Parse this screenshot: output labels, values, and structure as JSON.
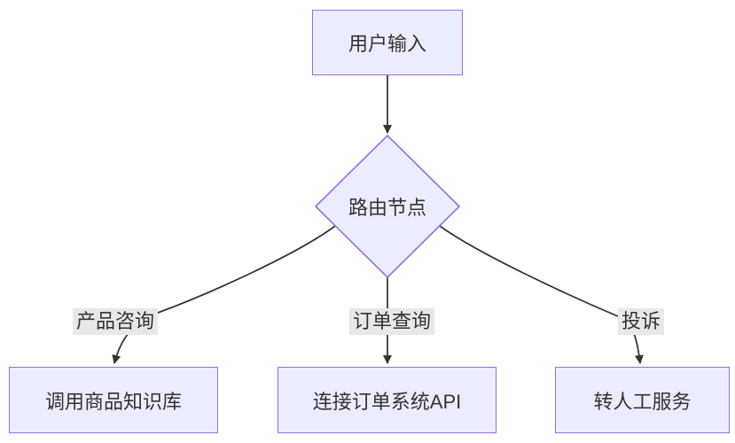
{
  "nodes": {
    "user_input": {
      "label": "用户输入"
    },
    "router": {
      "label": "路由节点"
    },
    "knowledge_base": {
      "label": "调用商品知识库"
    },
    "order_api": {
      "label": "连接订单系统API"
    },
    "human_service": {
      "label": "转人工服务"
    }
  },
  "edge_labels": {
    "product_consult": "产品咨询",
    "order_query": "订单查询",
    "complaint": "投诉"
  },
  "colors": {
    "node_fill": "#ECECFF",
    "node_border": "#9370DB",
    "edge_stroke": "#333333",
    "edge_label_bg": "#e8e8e8",
    "text": "#333333",
    "background": "#ffffff"
  }
}
